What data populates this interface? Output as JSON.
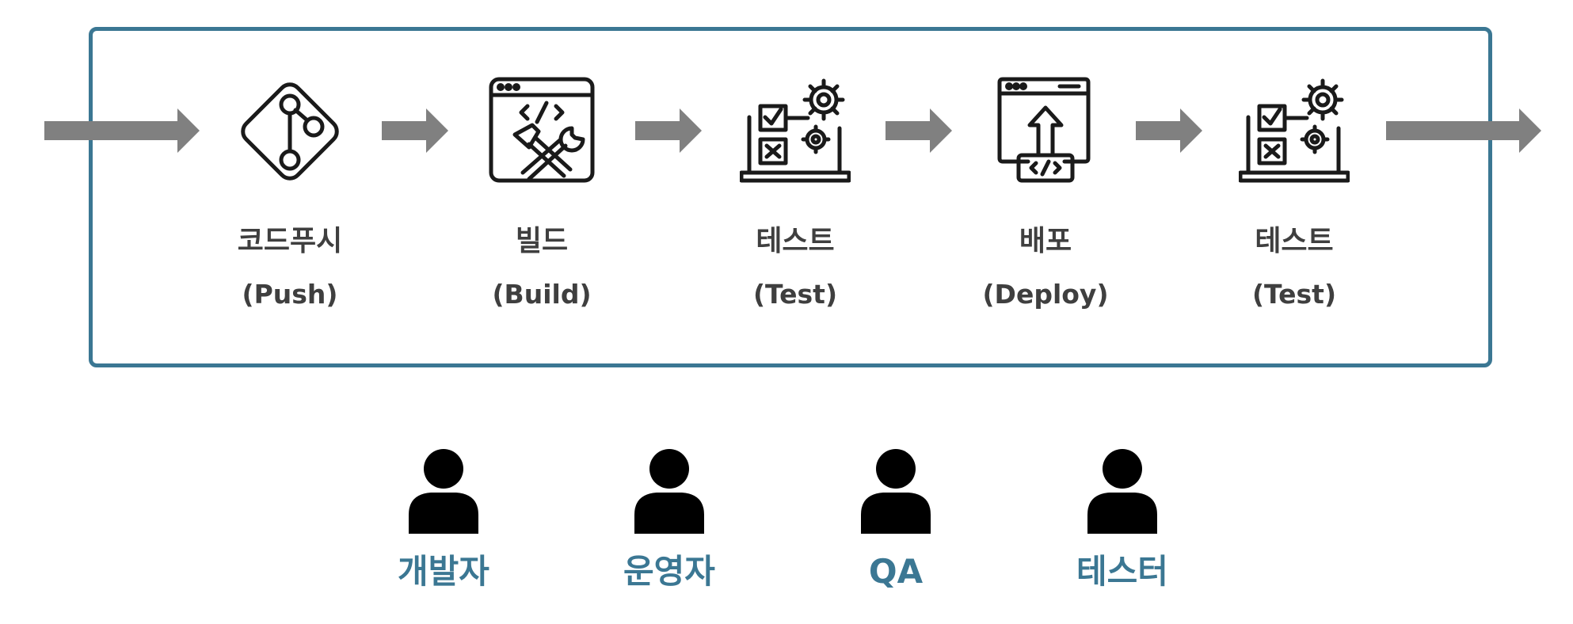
{
  "steps": [
    {
      "label": "코드푸시",
      "sub": "(Push)",
      "icon": "git-branch-icon"
    },
    {
      "label": "빌드",
      "sub": "(Build)",
      "icon": "build-tools-icon"
    },
    {
      "label": "테스트",
      "sub": "(Test)",
      "icon": "test-laptop-icon"
    },
    {
      "label": "배포",
      "sub": "(Deploy)",
      "icon": "deploy-upload-icon"
    },
    {
      "label": "테스트",
      "sub": "(Test)",
      "icon": "test-laptop-icon"
    }
  ],
  "roles": [
    {
      "label": "개발자",
      "icon": "person-icon"
    },
    {
      "label": "운영자",
      "icon": "person-icon"
    },
    {
      "label": "QA",
      "icon": "person-icon"
    },
    {
      "label": "테스터",
      "icon": "person-icon"
    }
  ],
  "colors": {
    "frame": "#3b7793",
    "arrow": "#808080",
    "step_text": "#3f3f3f",
    "role_text": "#3b7793",
    "icon": "#1a1a1a"
  }
}
